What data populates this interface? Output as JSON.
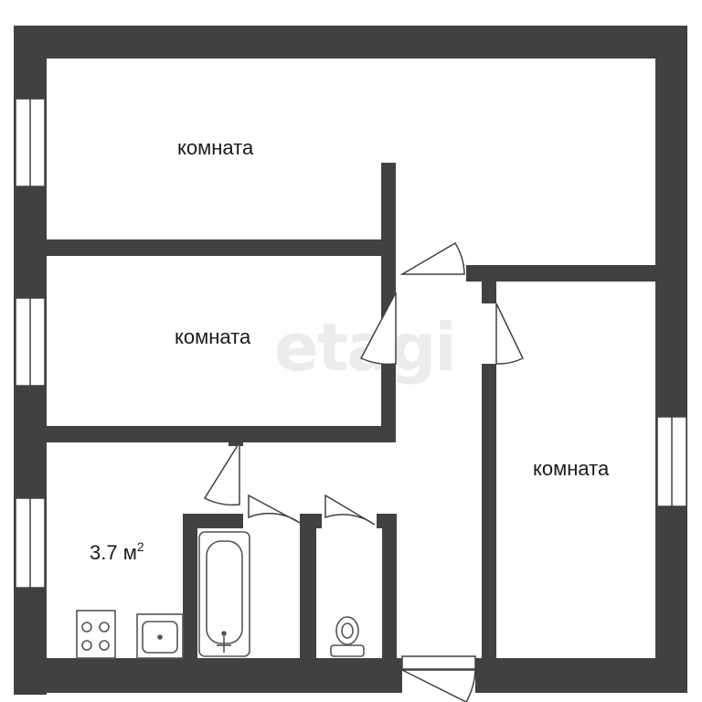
{
  "rooms": {
    "top": {
      "label": "комната"
    },
    "middle": {
      "label": "комната"
    },
    "right": {
      "label": "комната"
    },
    "kitchen": {
      "area": "3.7 м",
      "unit_sup": "2"
    }
  },
  "watermark": "etagi",
  "colors": {
    "wall": "#414141",
    "background": "#ffffff",
    "fixture": "#555555",
    "watermark": "#ececec"
  }
}
